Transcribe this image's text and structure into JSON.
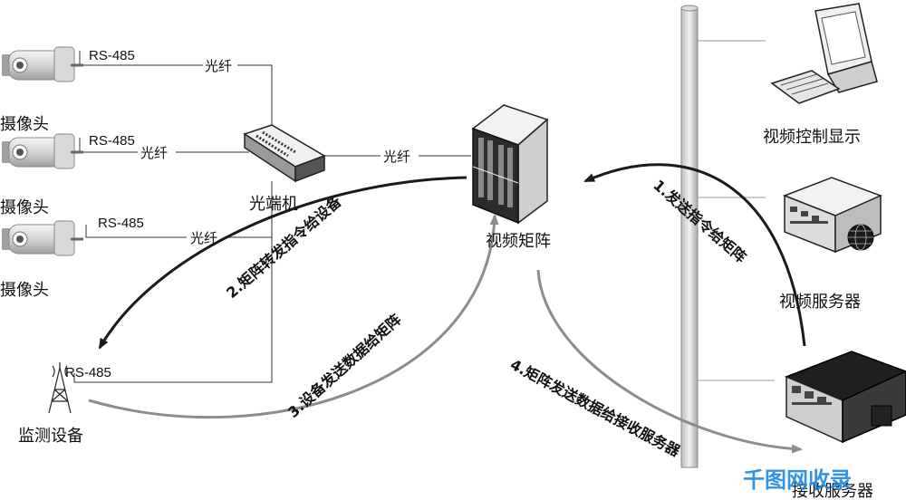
{
  "nodes": {
    "camera_label": "摄像头",
    "optical_terminal": "光端机",
    "video_matrix": "视频矩阵",
    "video_control_display": "视频控制显示",
    "video_server": "视频服务器",
    "monitoring_device": "监测设备",
    "receiving_server": "接收服务器"
  },
  "links": {
    "rs485": "RS-485",
    "fiber": "光纤"
  },
  "steps": {
    "step1": "1.发送指令给矩阵",
    "step2": "2.矩阵转发指令给设备",
    "step3": "3.设备发送数据给矩阵",
    "step4": "4.矩阵发送数据给接收服务器"
  },
  "watermark": "千图网收录",
  "colors": {
    "dark_arrow": "#1a1a1a",
    "gray_arrow": "#8c8c8c",
    "line": "#333333",
    "watermark": "#1e88e5"
  }
}
